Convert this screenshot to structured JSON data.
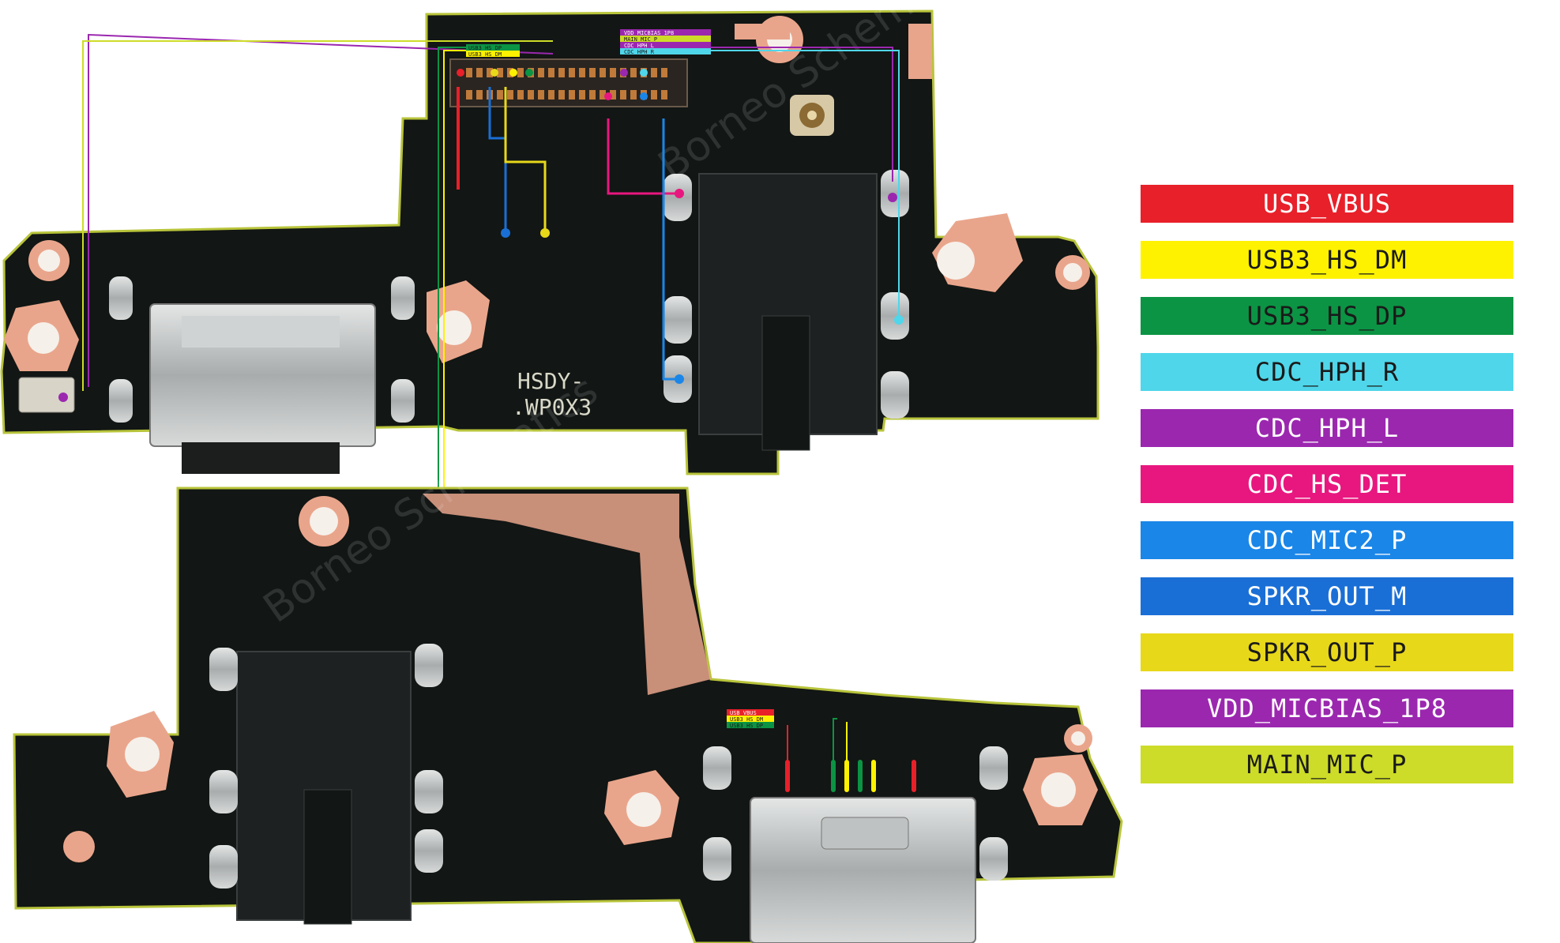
{
  "legend": [
    {
      "label": "USB_VBUS",
      "color": "#e8202a",
      "text_color": "#ffffff"
    },
    {
      "label": "USB3_HS_DM",
      "color": "#fff200",
      "text_color": "#1a1a1a"
    },
    {
      "label": "USB3_HS_DP",
      "color": "#0b9444",
      "text_color": "#1a1a1a"
    },
    {
      "label": "CDC_HPH_R",
      "color": "#4fd6ea",
      "text_color": "#1a1a1a"
    },
    {
      "label": "CDC_HPH_L",
      "color": "#9b27af",
      "text_color": "#ffffff"
    },
    {
      "label": "CDC_HS_DET",
      "color": "#e8177f",
      "text_color": "#ffffff"
    },
    {
      "label": "CDC_MIC2_P",
      "color": "#1a86e8",
      "text_color": "#ffffff"
    },
    {
      "label": "SPKR_OUT_M",
      "color": "#1a6fd6",
      "text_color": "#ffffff"
    },
    {
      "label": "SPKR_OUT_P",
      "color": "#e8d81a",
      "text_color": "#1a1a1a"
    },
    {
      "label": "VDD_MICBIAS_1P8",
      "color": "#9b27af",
      "text_color": "#ffffff"
    },
    {
      "label": "MAIN_MIC_P",
      "color": "#cddc28",
      "text_color": "#1a1a1a"
    }
  ],
  "board": {
    "marking_line1": "HSDY-",
    "marking_line2": ".WP0X3",
    "watermark": "Borneo Schematics",
    "colors": {
      "pcb": "#121614",
      "copper": "#e9a58b",
      "metal": "#c9cccc",
      "outline": "#b8c43a"
    }
  },
  "tags": {
    "top_connector": [
      "VDD_MICBIAS_1P8",
      "MAIN_MIC_P",
      "CDC_HPH_L",
      "CDC_HPH_R"
    ],
    "top_connector_left": [
      "USB3_HS_DP",
      "USB3_HS_DM"
    ],
    "bottom_connector": [
      "USB_VBUS",
      "USB3_HS_DM",
      "USB3_HS_DP"
    ]
  }
}
